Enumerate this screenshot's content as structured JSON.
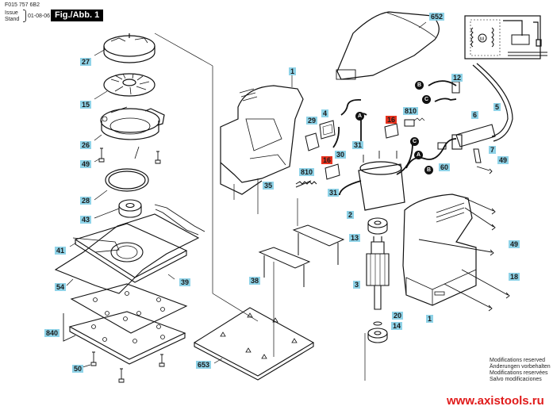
{
  "header": {
    "doc_id": "F015 757 6B2",
    "issue_label_line1": "Issue",
    "issue_label_line2": "Stand",
    "issue_date": "01-08-06",
    "figure_title": "Fig./Abb. 1"
  },
  "colors": {
    "label_bg": "#8fd3e8",
    "label_highlight_bg": "#e8321e",
    "website": "#e01b1b"
  },
  "part_labels": [
    {
      "id": "652",
      "text": "652",
      "highlight": false
    },
    {
      "id": "27",
      "text": "27",
      "highlight": false
    },
    {
      "id": "15",
      "text": "15",
      "highlight": false
    },
    {
      "id": "26",
      "text": "26",
      "highlight": false
    },
    {
      "id": "49a",
      "text": "49",
      "highlight": false
    },
    {
      "id": "28",
      "text": "28",
      "highlight": false
    },
    {
      "id": "43",
      "text": "43",
      "highlight": false
    },
    {
      "id": "41",
      "text": "41",
      "highlight": false
    },
    {
      "id": "54",
      "text": "54",
      "highlight": false
    },
    {
      "id": "39",
      "text": "39",
      "highlight": false
    },
    {
      "id": "840",
      "text": "840",
      "highlight": false
    },
    {
      "id": "50",
      "text": "50",
      "highlight": false
    },
    {
      "id": "653",
      "text": "653",
      "highlight": false
    },
    {
      "id": "1a",
      "text": "1",
      "highlight": false
    },
    {
      "id": "4",
      "text": "4",
      "highlight": false
    },
    {
      "id": "29",
      "text": "29",
      "highlight": false
    },
    {
      "id": "30",
      "text": "30",
      "highlight": false
    },
    {
      "id": "31a",
      "text": "31",
      "highlight": false
    },
    {
      "id": "16a",
      "text": "16",
      "highlight": true
    },
    {
      "id": "810a",
      "text": "810",
      "highlight": false
    },
    {
      "id": "16b",
      "text": "16",
      "highlight": true
    },
    {
      "id": "810b",
      "text": "810",
      "highlight": false
    },
    {
      "id": "31b",
      "text": "31",
      "highlight": false
    },
    {
      "id": "35",
      "text": "35",
      "highlight": false
    },
    {
      "id": "2",
      "text": "2",
      "highlight": false
    },
    {
      "id": "13",
      "text": "13",
      "highlight": false
    },
    {
      "id": "38",
      "text": "38",
      "highlight": false
    },
    {
      "id": "3",
      "text": "3",
      "highlight": false
    },
    {
      "id": "20",
      "text": "20",
      "highlight": false
    },
    {
      "id": "14",
      "text": "14",
      "highlight": false
    },
    {
      "id": "12",
      "text": "12",
      "highlight": false
    },
    {
      "id": "5",
      "text": "5",
      "highlight": false
    },
    {
      "id": "6",
      "text": "6",
      "highlight": false
    },
    {
      "id": "60",
      "text": "60",
      "highlight": false
    },
    {
      "id": "7",
      "text": "7",
      "highlight": false
    },
    {
      "id": "49b",
      "text": "49",
      "highlight": false
    },
    {
      "id": "49c",
      "text": "49",
      "highlight": false
    },
    {
      "id": "18",
      "text": "18",
      "highlight": false
    },
    {
      "id": "1b",
      "text": "1",
      "highlight": false
    }
  ],
  "wire_tags": [
    {
      "id": "A1",
      "text": "A"
    },
    {
      "id": "B1",
      "text": "B"
    },
    {
      "id": "C1",
      "text": "C"
    },
    {
      "id": "C2",
      "text": "C"
    },
    {
      "id": "A2",
      "text": "A"
    },
    {
      "id": "B2",
      "text": "B"
    }
  ],
  "schematic": {
    "motor_symbol": "M"
  },
  "notes": [
    "Modifications reserved",
    "Änderungen vorbehalten",
    "Modifications reservées",
    "Salvo modificaciones"
  ],
  "website": "www.axistools.ru"
}
